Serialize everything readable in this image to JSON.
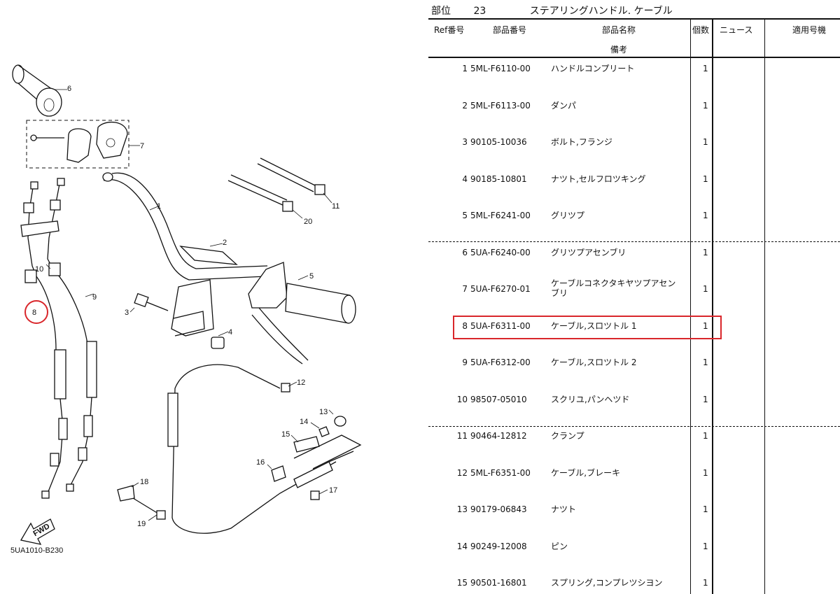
{
  "diagram": {
    "code": "5UA1010-B230",
    "fwd_label": "FWD",
    "callouts": [
      "1",
      "2",
      "3",
      "4",
      "5",
      "6",
      "7",
      "8",
      "9",
      "10",
      "11",
      "12",
      "13",
      "14",
      "15",
      "16",
      "17",
      "18",
      "19",
      "20"
    ],
    "highlight_callout": "8",
    "highlight_color": "#d9262b"
  },
  "header": {
    "section_label": "部位",
    "section_no": "23",
    "section_title": "ステアリングハンドル. ケーブル"
  },
  "columns": {
    "ref": "Ref番号",
    "part_no": "部品番号",
    "part_name": "部品名称",
    "remarks": "備考",
    "qty": "個数",
    "news": "ニュース",
    "model": "適用号機"
  },
  "rows": [
    {
      "ref": "1",
      "part_no": "5ML-F6110-00",
      "name": "ハンドルコンプリート",
      "qty": "1"
    },
    {
      "ref": "2",
      "part_no": "5ML-F6113-00",
      "name": "ダンパ",
      "qty": "1"
    },
    {
      "ref": "3",
      "part_no": "90105-10036",
      "name": "ボルト,フランジ",
      "qty": "1"
    },
    {
      "ref": "4",
      "part_no": "90185-10801",
      "name": "ナツト,セルフロツキング",
      "qty": "1"
    },
    {
      "ref": "5",
      "part_no": "5ML-F6241-00",
      "name": "グリツプ",
      "qty": "1"
    },
    {
      "ref": "6",
      "part_no": "5UA-F6240-00",
      "name": "グリツプアセンブリ",
      "qty": "1"
    },
    {
      "ref": "7",
      "part_no": "5UA-F6270-01",
      "name": "ケーブルコネクタキヤツプアセンブリ",
      "qty": "1"
    },
    {
      "ref": "8",
      "part_no": "5UA-F6311-00",
      "name": "ケーブル,スロツトル 1",
      "qty": "1"
    },
    {
      "ref": "9",
      "part_no": "5UA-F6312-00",
      "name": "ケーブル,スロツトル 2",
      "qty": "1"
    },
    {
      "ref": "10",
      "part_no": "98507-05010",
      "name": "スクリユ,パンヘツド",
      "qty": "1"
    },
    {
      "ref": "11",
      "part_no": "90464-12812",
      "name": "クランプ",
      "qty": "1"
    },
    {
      "ref": "12",
      "part_no": "5ML-F6351-00",
      "name": "ケーブル,ブレーキ",
      "qty": "1"
    },
    {
      "ref": "13",
      "part_no": "90179-06843",
      "name": "ナツト",
      "qty": "1"
    },
    {
      "ref": "14",
      "part_no": "90249-12008",
      "name": "ピン",
      "qty": "1"
    },
    {
      "ref": "15",
      "part_no": "90501-16801",
      "name": "スプリング,コンプレツシヨン",
      "qty": "1"
    }
  ],
  "highlight_row": "8"
}
